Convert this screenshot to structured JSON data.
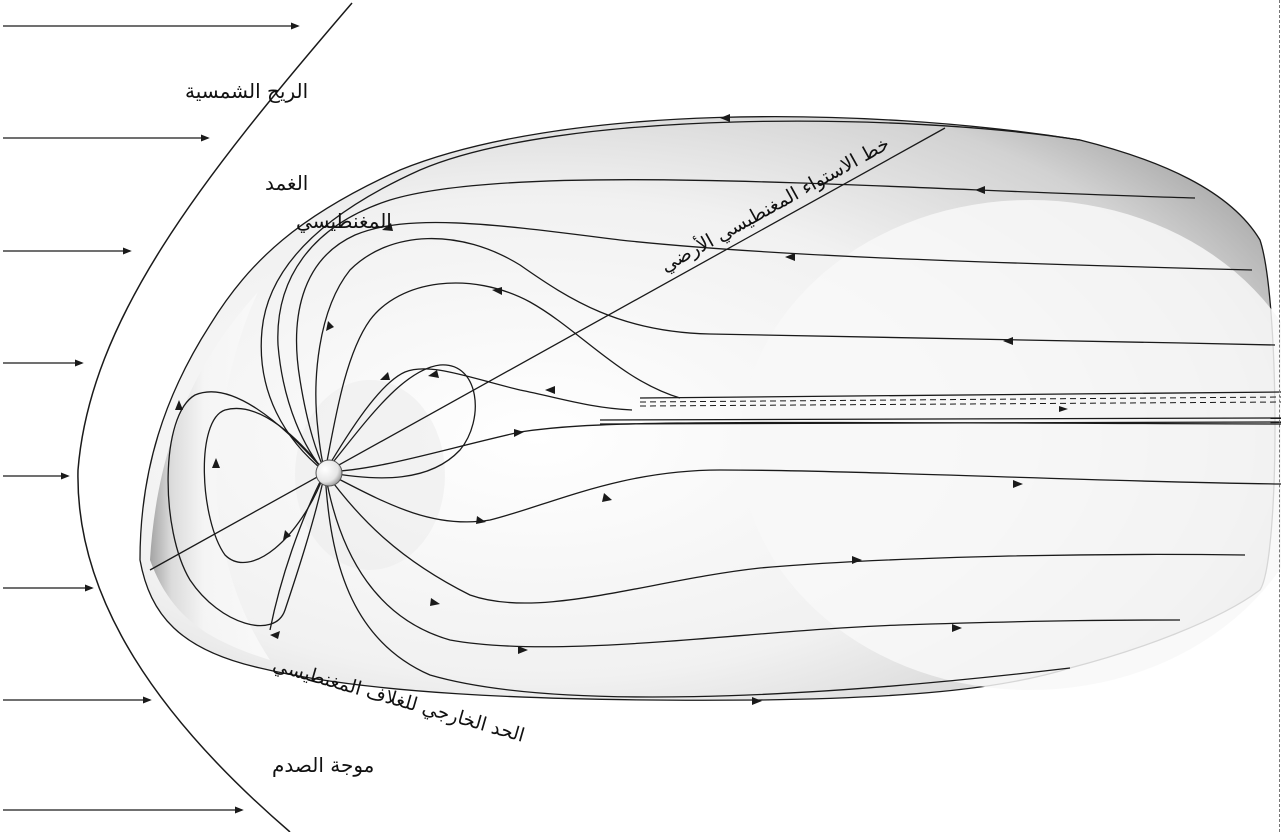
{
  "labels": {
    "solar_wind": "الريح الشمسية",
    "magnetosheath_line1": "الغمد",
    "magnetosheath_line2": "المغنطيسي",
    "magnetic_equator": "خط الاستواء المغنطيسي الأرضي",
    "magnetopause": "الحد الخارجي للغلاف المغنطيسي",
    "bow_shock": "موجة الصدم"
  },
  "colors": {
    "line": "#1a1a1a",
    "magnetosphere_fill": "#f2f2f2",
    "shade": "#b5b5b5",
    "earth": "#ffffff"
  }
}
